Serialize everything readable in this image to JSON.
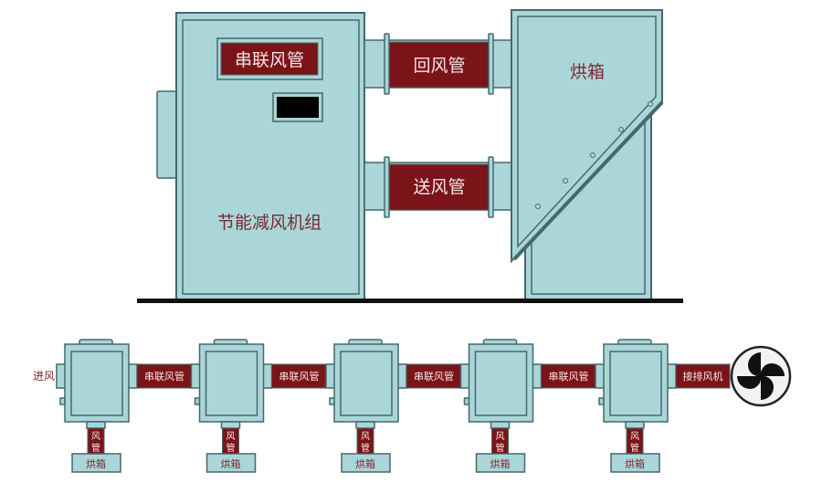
{
  "top": {
    "unit_label": "节能减风机组",
    "unit_panel_label": "串联风管",
    "return_duct": "回风管",
    "supply_duct": "送风管",
    "oven": "烘箱"
  },
  "bottom": {
    "inlet": "进风",
    "series_duct": "串联风管",
    "exhaust_duct": "接排风机",
    "vertical_duct_1": "风",
    "vertical_duct_2": "管",
    "oven": "烘箱",
    "unit_count": 5
  },
  "colors": {
    "body": "#abd6d9",
    "outline": "#45686b",
    "duct": "#7b1419"
  }
}
